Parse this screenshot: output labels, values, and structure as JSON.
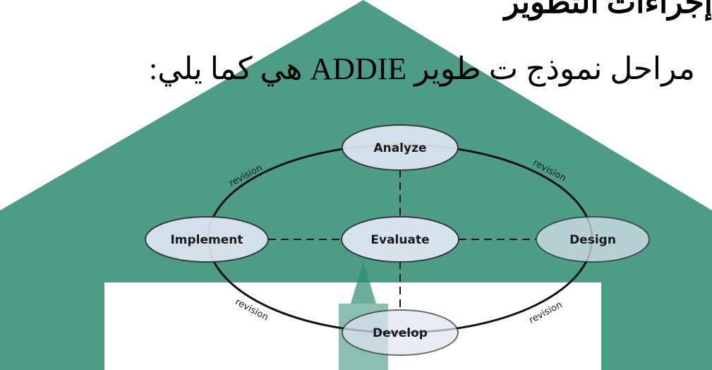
{
  "header": {
    "partial_title": "إجراءات التطوير",
    "heading": "مراحل نموذج ت طوير ADDIE هي كما يلي:"
  },
  "diagram": {
    "nodes": {
      "analyze": "Analyze",
      "design": "Design",
      "develop": "Develop",
      "implement": "Implement",
      "evaluate": "Evaluate"
    },
    "revision_label": "revision"
  },
  "colors": {
    "background_shape": "#2e8b73",
    "node_fill": "#dfe6f2",
    "node_stroke": "#333333",
    "line": "#111111"
  }
}
